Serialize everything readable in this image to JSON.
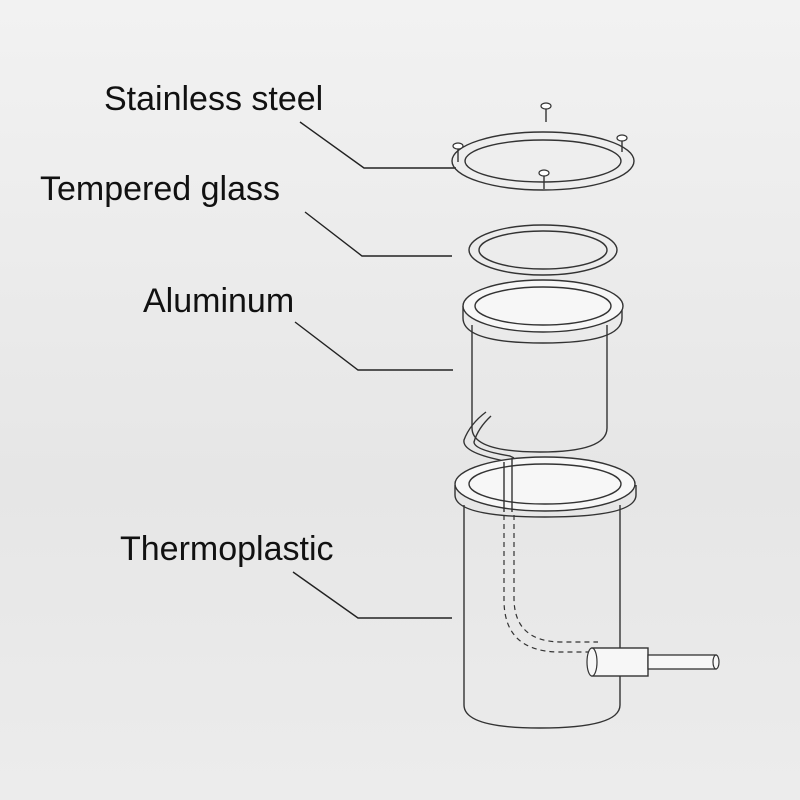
{
  "labels": {
    "stainless_steel": "Stainless steel",
    "tempered_glass": "Tempered glass",
    "aluminum": "Aluminum",
    "thermoplastic": "Thermoplastic"
  },
  "colors": {
    "background": "#ececec",
    "line": "#333333",
    "text": "#111111"
  }
}
